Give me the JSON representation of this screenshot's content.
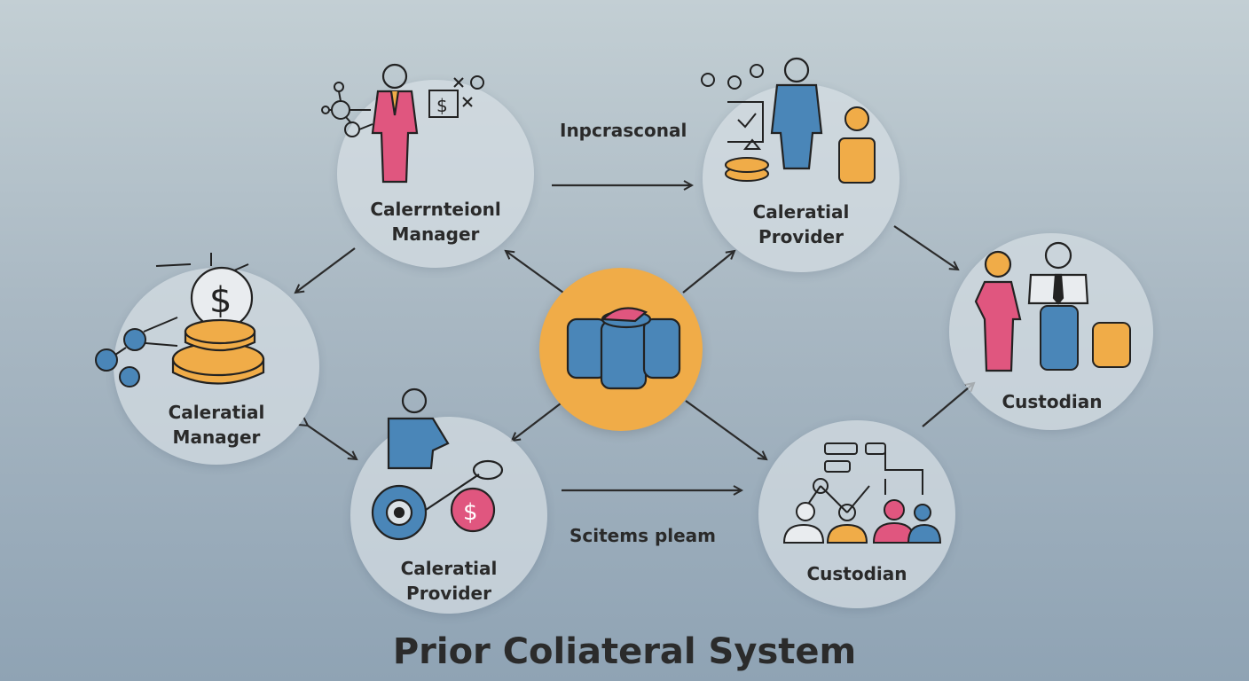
{
  "title": "Prior Coliateral System",
  "nodes": {
    "top_left": {
      "label": "Calerrnteionl\nManager",
      "icons": [
        "businessman-icon",
        "network-icon",
        "dollar-sign-icon"
      ]
    },
    "top_right": {
      "label": "Caleratial\nProvider",
      "icons": [
        "person-icon",
        "checklist-icon",
        "coin-stack-icon"
      ]
    },
    "left": {
      "label": "Caleratial\nManager",
      "icons": [
        "dollar-coin-icon",
        "coin-stack-icon",
        "network-icon"
      ]
    },
    "bottom_left": {
      "label": "Caleratial\nProvider",
      "icons": [
        "person-icon",
        "wheel-icon",
        "dollar-coin-icon"
      ]
    },
    "bottom_right": {
      "label": "Custodian",
      "icons": [
        "team-icon",
        "flowchart-icon"
      ]
    },
    "right": {
      "label": "Custodian",
      "icons": [
        "woman-icon",
        "man-icon",
        "coin-stack-icon"
      ]
    },
    "center": {
      "icons": [
        "database-stack-icon"
      ]
    }
  },
  "edge_labels": {
    "top": "Inpcrasconal",
    "bottom": "Scitems pleam"
  },
  "colors": {
    "center_fill": "#f0ac48",
    "node_fill": "#d6dee3",
    "pink": "#e0567f",
    "blue": "#4a86b8",
    "gold": "#f0ac48",
    "arrow": "#2b2b2b"
  }
}
